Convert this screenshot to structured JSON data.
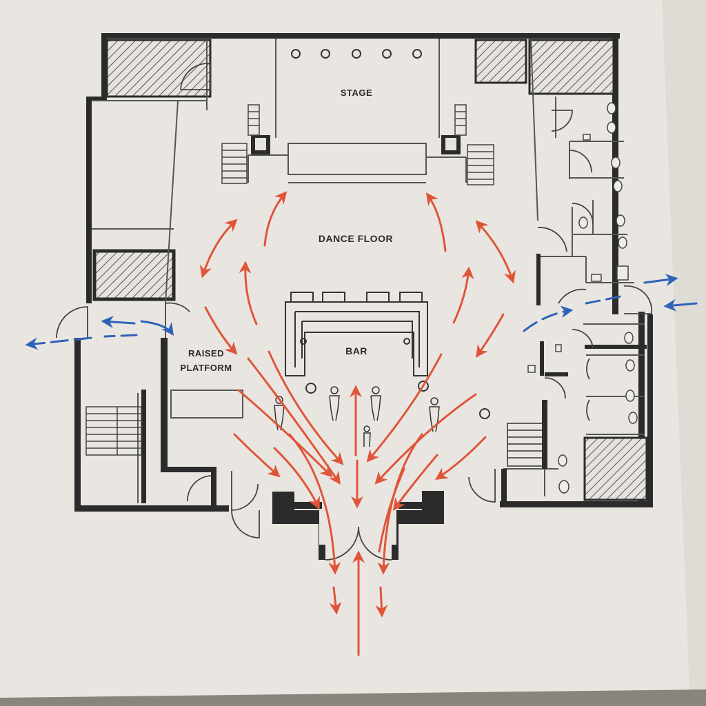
{
  "labels": {
    "stage": "STAGE",
    "dance_floor": "DANCE FLOOR",
    "bar": "BAR",
    "raised_1": "RAISED",
    "raised_2": "PLATFORM"
  },
  "colors": {
    "paper": "#ebe8e3",
    "wall": "#2b2b2b",
    "line": "#555555",
    "red_arrow": "#e0553a",
    "blue_arrow": "#2f62b8"
  },
  "icons": [
    "stair-icon",
    "toilet-icon",
    "person-icon",
    "door-swing-icon",
    "hatched-void-icon"
  ]
}
